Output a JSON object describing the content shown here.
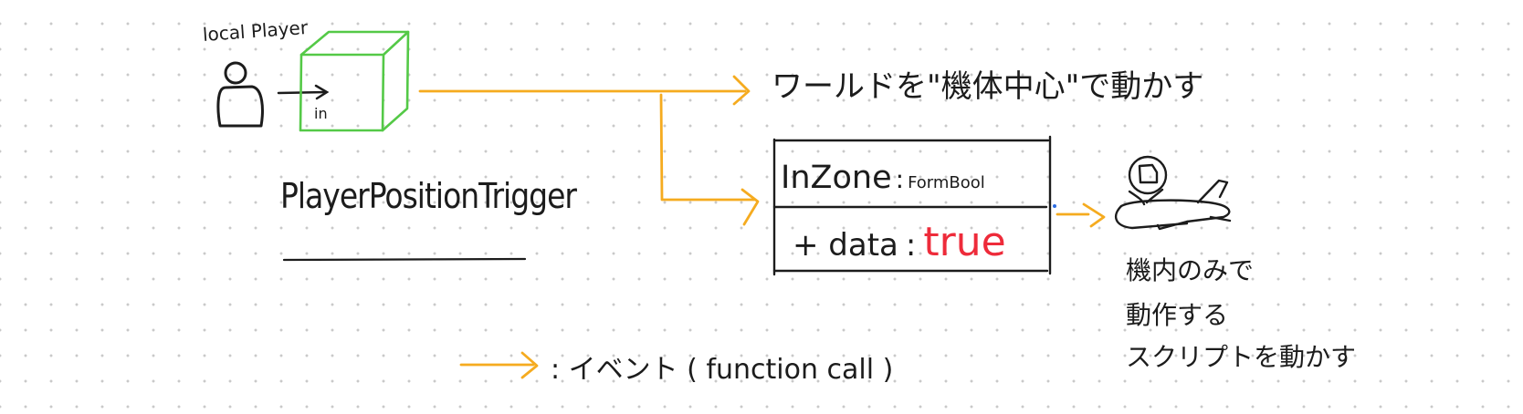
{
  "diagram": {
    "local_player_label": "local Player",
    "in_label": "in",
    "component_name": "PlayerPositionTrigger",
    "world_move_label": "ワールドを\"機体中心\"で動かす",
    "class_box": {
      "field_name": "InZone",
      "field_separator": ":",
      "field_type": "FormBool",
      "data_name": "+ data",
      "data_separator": ":",
      "data_value": "true"
    },
    "airplane_note": [
      "機内のみで",
      "動作する",
      "スクリプトを動かす"
    ],
    "legend": {
      "text": ": イベント ( function call )"
    },
    "colors": {
      "arrow": "#f5ab1f",
      "cube": "#54c947",
      "value": "#ee2b3a",
      "ink": "#1c1c1c"
    }
  }
}
